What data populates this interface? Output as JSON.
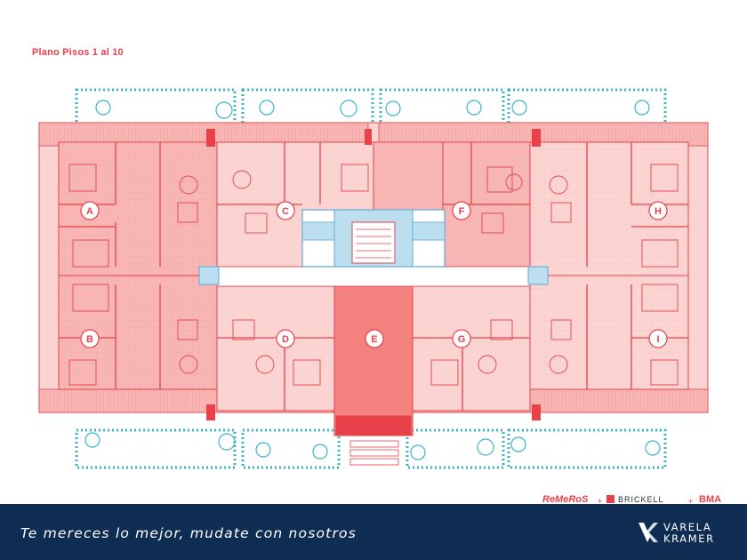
{
  "plan": {
    "title": "Plano Pisos 1 al 10",
    "units": [
      "A",
      "B",
      "C",
      "D",
      "E",
      "F",
      "G",
      "H",
      "I"
    ]
  },
  "partners": {
    "remeros": "ReMeRoS",
    "brickell": "BRICKELL",
    "bma": "BMA",
    "plus": "+"
  },
  "footer": {
    "slogan": "Te mereces lo mejor, mudate con nosotros",
    "brand_line1": "VARELA",
    "brand_line2": "KRAMER"
  },
  "colors": {
    "unit_fill": "#f7b5b3",
    "unit_fill_alt": "#fbd4d2",
    "line": "#e8414a",
    "core": "#bcdff0",
    "garden": "#3bb3c6",
    "footer_bg": "#0f2d52"
  }
}
